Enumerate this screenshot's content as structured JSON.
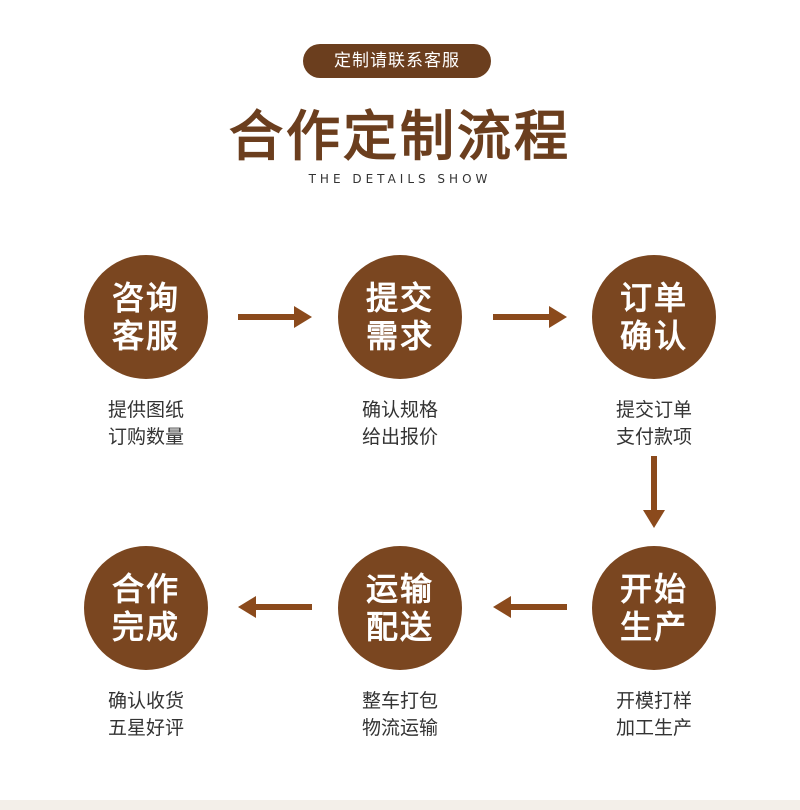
{
  "header": {
    "pill_label": "定制请联系客服",
    "title": "合作定制流程",
    "subtitle": "THE DETAILS SHOW"
  },
  "steps": [
    {
      "line1": "咨询",
      "line2": "客服",
      "desc1": "提供图纸",
      "desc2": "订购数量"
    },
    {
      "line1": "提交",
      "line2": "需求",
      "desc1": "确认规格",
      "desc2": "给出报价"
    },
    {
      "line1": "订单",
      "line2": "确认",
      "desc1": "提交订单",
      "desc2": "支付款项"
    },
    {
      "line1": "开始",
      "line2": "生产",
      "desc1": "开模打样",
      "desc2": "加工生产"
    },
    {
      "line1": "运输",
      "line2": "配送",
      "desc1": "整车打包",
      "desc2": "物流运输"
    },
    {
      "line1": "合作",
      "line2": "完成",
      "desc1": "确认收货",
      "desc2": "五星好评"
    }
  ],
  "colors": {
    "brand_brown": "#7a4620",
    "pill_brown": "#6b3e1e",
    "arrow_brown": "#8b4a1c",
    "text_dark": "#333333"
  }
}
